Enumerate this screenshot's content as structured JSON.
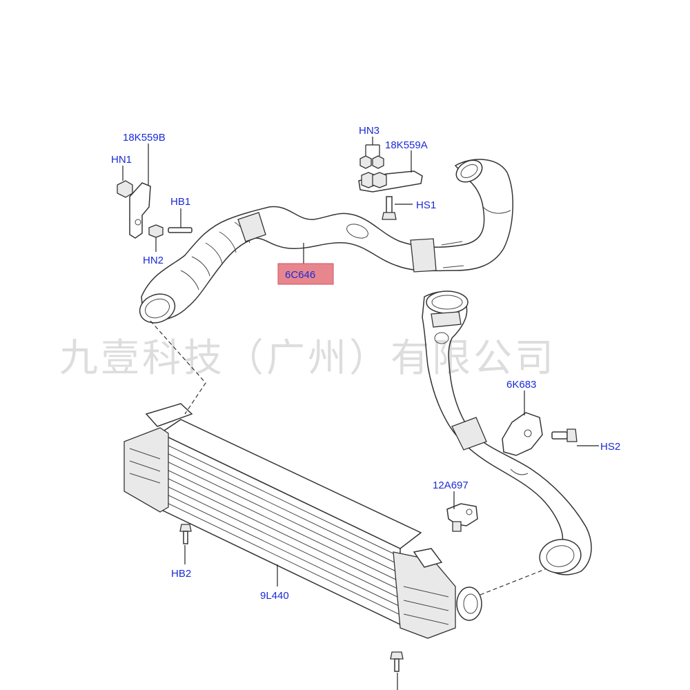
{
  "labels": {
    "bracket_18k559b": "18K559B",
    "nut_hn1": "HN1",
    "bolt_hb1": "HB1",
    "nut_hn2": "HN2",
    "nuts_hn3": "HN3",
    "bracket_18k559a": "18K559A",
    "screw_hs1": "HS1",
    "hose_6c646": "6C646",
    "bracket_6k683": "6K683",
    "screw_hs2": "HS2",
    "sensor_12a697": "12A697",
    "bolt_hb2": "HB2",
    "intercooler_9l440": "9L440"
  },
  "watermark": "九壹科技（广州）有限公司",
  "colors": {
    "label_text": "#1a2ad6",
    "highlight_fill": "#e8868e",
    "line": "#222222"
  }
}
